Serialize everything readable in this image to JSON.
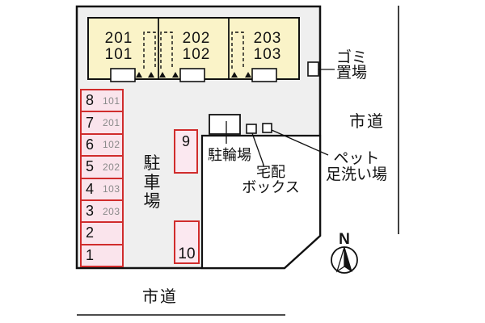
{
  "building": {
    "units": [
      {
        "upper": "201",
        "lower": "101"
      },
      {
        "upper": "202",
        "lower": "102"
      },
      {
        "upper": "203",
        "lower": "103"
      }
    ]
  },
  "parking": {
    "area_label": "駐車場",
    "spaces": [
      {
        "no": "8",
        "unit": "101"
      },
      {
        "no": "7",
        "unit": "201"
      },
      {
        "no": "6",
        "unit": "102"
      },
      {
        "no": "5",
        "unit": "202"
      },
      {
        "no": "4",
        "unit": "103"
      },
      {
        "no": "3",
        "unit": "203"
      },
      {
        "no": "2",
        "unit": ""
      },
      {
        "no": "1",
        "unit": ""
      }
    ],
    "space_9": "9",
    "space_10": "10"
  },
  "facilities": {
    "bicycle_parking": "駐輪場",
    "delivery_box_line1": "宅配",
    "delivery_box_line2": "ボックス",
    "pet_wash_line1": "ペット",
    "pet_wash_line2": "足洗い場",
    "garbage_line1": "ゴミ",
    "garbage_line2": "置場"
  },
  "roads": {
    "right": "市道",
    "bottom": "市道"
  },
  "compass": {
    "north": "N"
  },
  "colors": {
    "site_fill": "#efefef",
    "building_fill": "#faf3c8",
    "parking_fill": "#fae4ec",
    "parking_border": "#d02c2c",
    "line": "#111111"
  }
}
